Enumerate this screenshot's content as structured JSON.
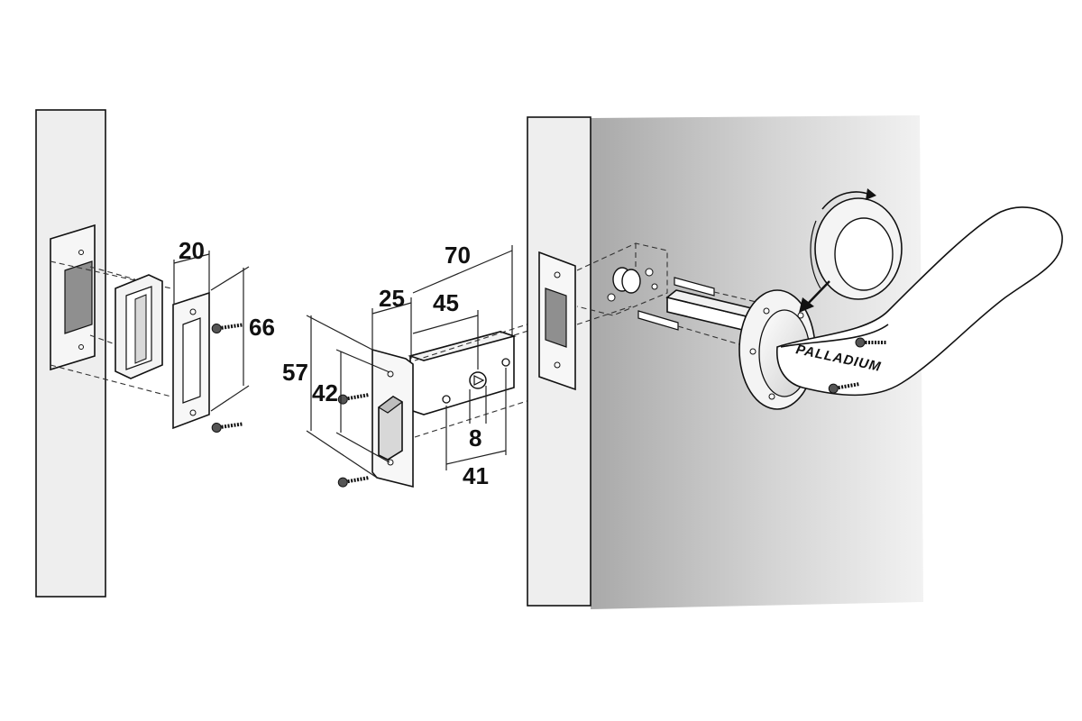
{
  "dimensions": {
    "strike_width": "20",
    "strike_height": "66",
    "faceplate_height": "57",
    "screw_spacing": "42",
    "faceplate_width": "25",
    "backset": "45",
    "latch_length": "70",
    "spindle_size": "8",
    "rear_hole_spacing": "41"
  },
  "brand": "PALLADIUM",
  "colors": {
    "line": "#111111",
    "door_gradient_dark": "#a9a9a9",
    "door_gradient_light": "#f2f2f2",
    "frame_fill": "#eeeeee",
    "mortise_fill": "#8f8f8f"
  }
}
